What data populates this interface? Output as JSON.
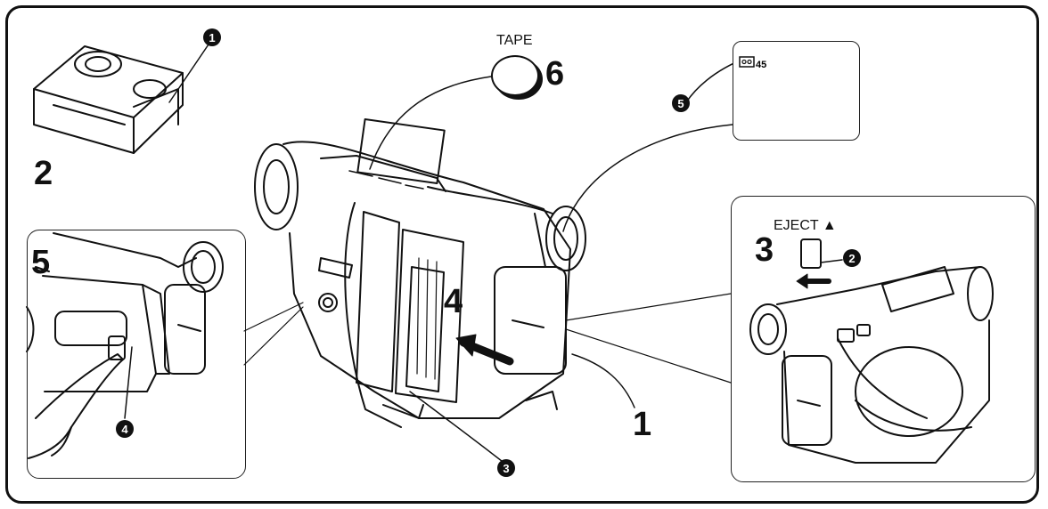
{
  "labels": {
    "tape": "TAPE",
    "eject": "EJECT",
    "eject_symbol": "▲",
    "tape_counter": "45"
  },
  "step_numbers": {
    "step2": "2",
    "step3": "3",
    "step4": "4",
    "step5": "5",
    "step6": "6",
    "step1": "1"
  },
  "callouts": {
    "c1": "1",
    "c2": "2",
    "c3": "3",
    "c4": "4",
    "c5": "5"
  },
  "icons": {
    "tape_counter_icon": "cassette-icon",
    "eject_arrow": "arrow-left-icon",
    "insert_arrow": "arrow-right-icon"
  }
}
